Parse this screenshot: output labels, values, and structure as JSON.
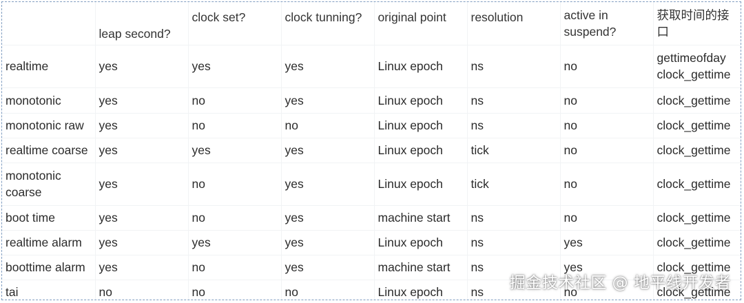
{
  "table": {
    "headers": [
      "",
      "leap second?",
      "clock set?",
      "clock tunning?",
      "original point",
      "resolution",
      "active in suspend?",
      "获取时间的接口"
    ],
    "rows": [
      [
        "realtime",
        "yes",
        "yes",
        "yes",
        "Linux epoch",
        "ns",
        "no",
        "gettimeofday clock_gettime"
      ],
      [
        "monotonic",
        "yes",
        "no",
        "yes",
        "Linux epoch",
        "ns",
        "no",
        "clock_gettime"
      ],
      [
        "monotonic raw",
        "yes",
        "no",
        "no",
        "Linux epoch",
        "ns",
        "no",
        "clock_gettime"
      ],
      [
        "realtime coarse",
        "yes",
        "yes",
        "yes",
        "Linux epoch",
        "tick",
        "no",
        "clock_gettime"
      ],
      [
        "monotonic coarse",
        "yes",
        "no",
        "yes",
        "Linux epoch",
        "tick",
        "no",
        "clock_gettime"
      ],
      [
        "boot time",
        "yes",
        "no",
        "yes",
        "machine start",
        "ns",
        "no",
        "clock_gettime"
      ],
      [
        "realtime alarm",
        "yes",
        "yes",
        "yes",
        "Linux epoch",
        "ns",
        "yes",
        "clock_gettime"
      ],
      [
        "boottime alarm",
        "yes",
        "no",
        "yes",
        "machine start",
        "ns",
        "yes",
        "clock_gettime"
      ],
      [
        "tai",
        "no",
        "no",
        "no",
        "Linux epoch",
        "ns",
        "no",
        "clock_gettime"
      ]
    ]
  },
  "watermark": "掘金技术社区 @ 地平线开发者"
}
